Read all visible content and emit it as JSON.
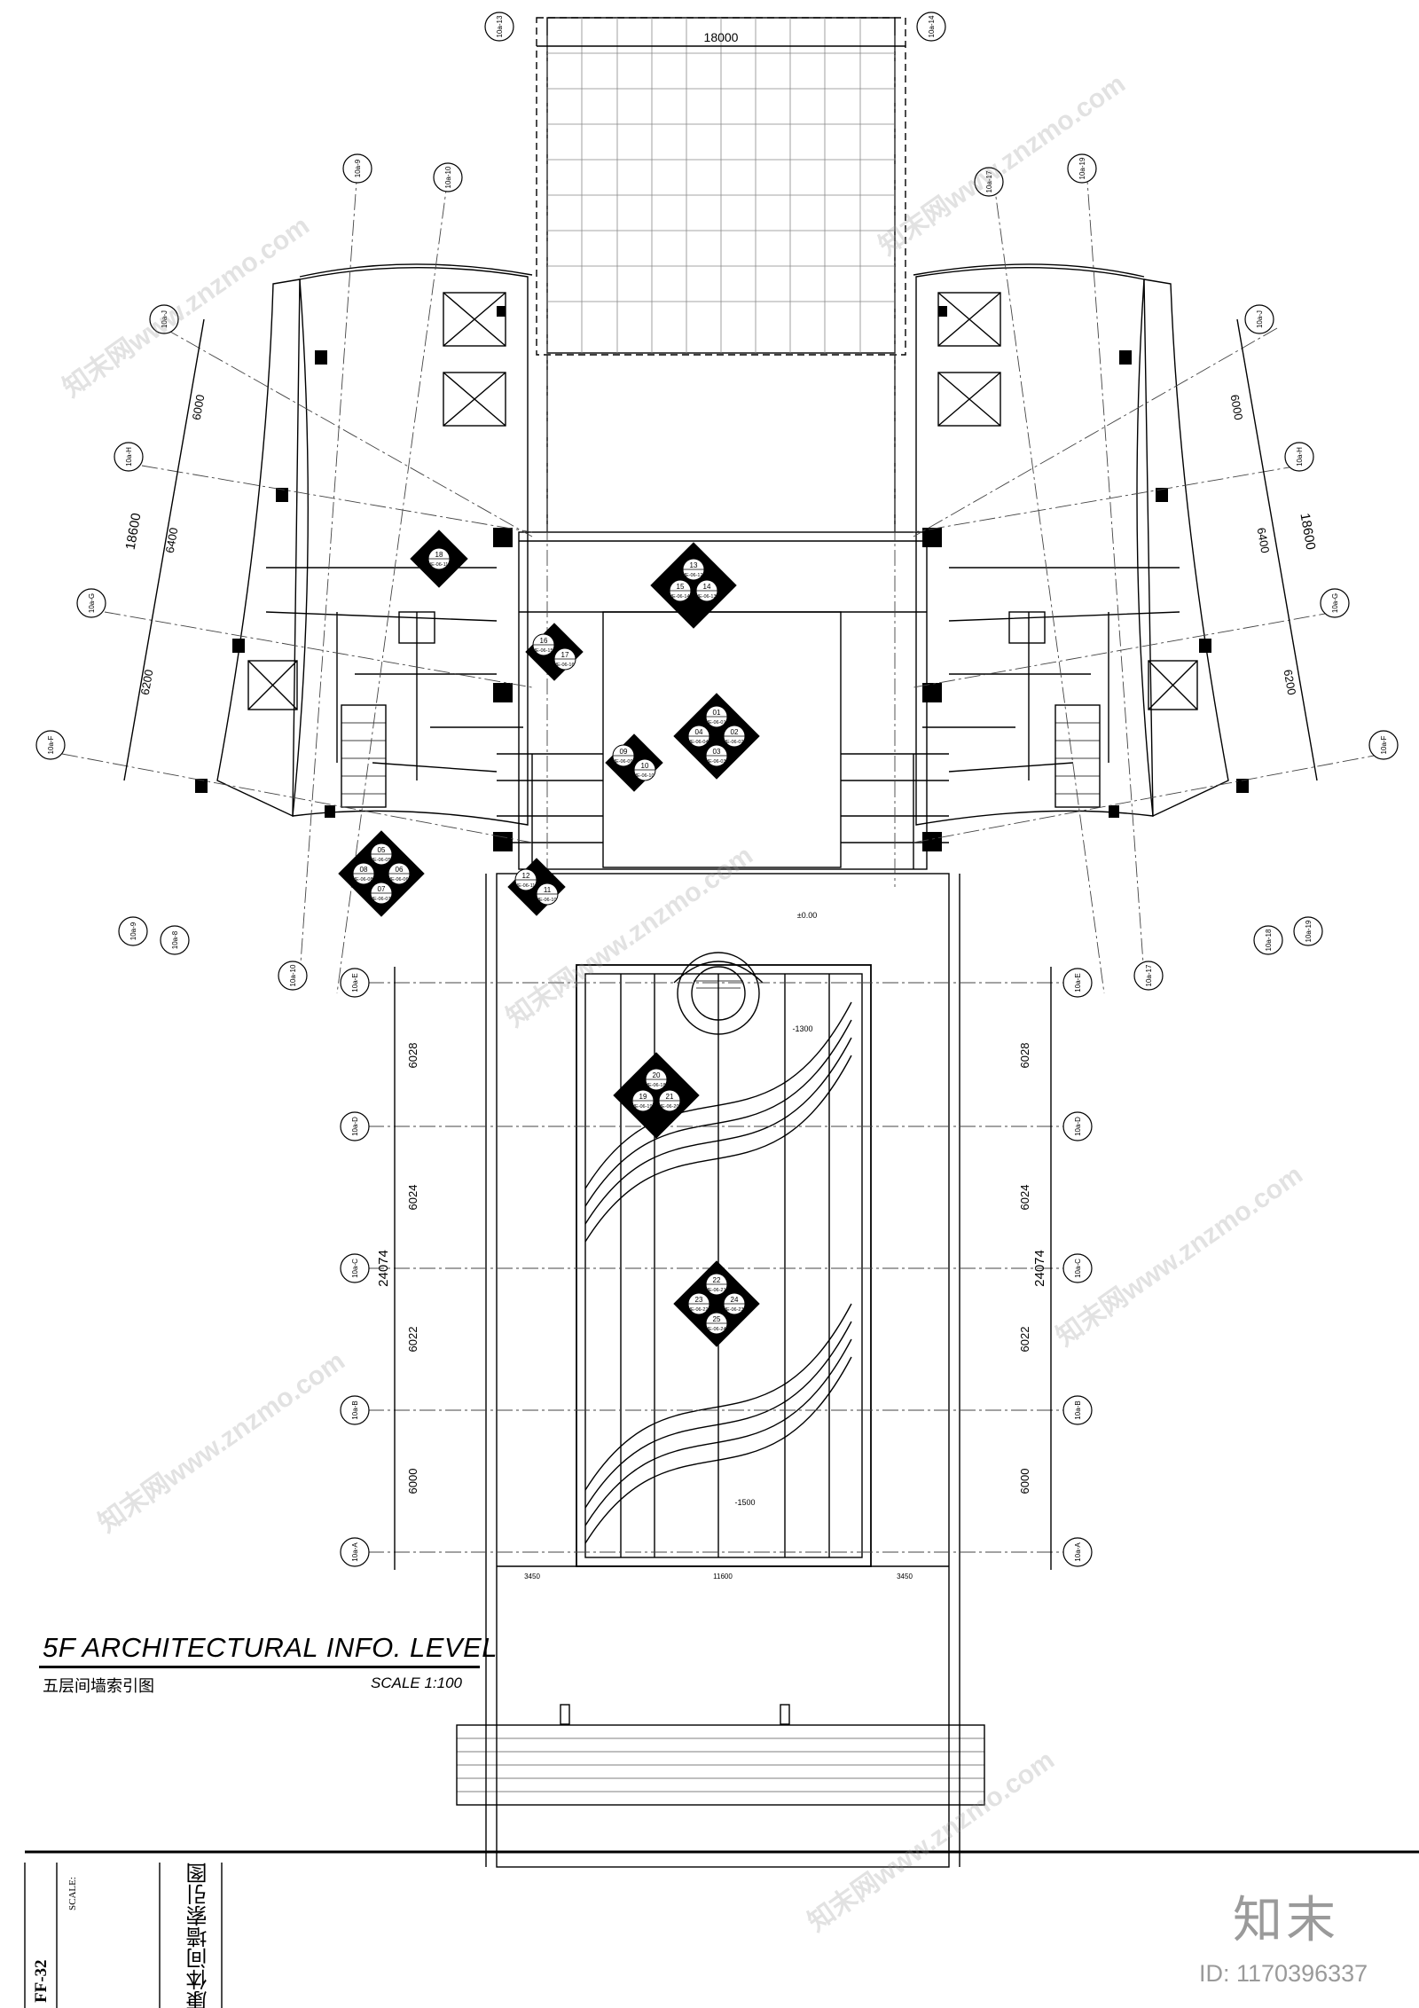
{
  "drawing": {
    "title": "5F ARCHITECTURAL INFO.  LEVEL",
    "subtitle": "五层间墙索引图",
    "scale": "SCALE 1:100",
    "sheet_number": "FF-32",
    "sheet_title": "五层康体间墙索引图",
    "scale_label": "SCALE:"
  },
  "watermark": {
    "logo": "知末",
    "id": "ID: 1170396337",
    "text": "知末网www.znzmo.com"
  },
  "dimensions": {
    "top_width": "18000",
    "left_total": "18600",
    "right_total": "18600",
    "left_upper": "6000",
    "left_mid": "6400",
    "left_lower": "6200",
    "right_upper": "6000",
    "right_mid": "6400",
    "right_lower": "6200",
    "bay_1": "6028",
    "bay_2": "6024",
    "bay_3": "6022",
    "bay_4": "6000",
    "lower_total": "24074",
    "elev_0": "±0.00",
    "elev_1": "-1300",
    "elev_2": "-1500",
    "center_dim": "11600",
    "side_dim": "3450"
  },
  "grid_bubbles": {
    "top": [
      "10a-13",
      "10a-14"
    ],
    "upper_left": [
      "10a-9",
      "10a-10"
    ],
    "upper_right": [
      "10a-17",
      "10a-19"
    ],
    "left_rows": [
      "10a-J",
      "10a-H",
      "10a-G",
      "10a-F"
    ],
    "right_rows": [
      "10a-J",
      "10a-H",
      "10a-G",
      "10a-F"
    ],
    "bottom_left": [
      "10a-9",
      "10a-8",
      "10a-10"
    ],
    "bottom_right": [
      "10a-17",
      "10a-18",
      "10a-19"
    ],
    "lower_left": [
      "10a-E",
      "10a-D",
      "10a-C",
      "10a-B",
      "10a-A"
    ],
    "lower_right": [
      "10a-E",
      "10a-D",
      "10a-C",
      "10a-B",
      "10a-A"
    ]
  },
  "markers": [
    {
      "id": "m-13-16",
      "nums": [
        "13",
        "15",
        "14"
      ],
      "refs": [
        "IE-06-12",
        "IE-06-14",
        "IE-06-13"
      ]
    },
    {
      "id": "m-18",
      "nums": [
        "18"
      ],
      "refs": [
        "IE-06-11"
      ]
    },
    {
      "id": "m-16-17",
      "nums": [
        "16",
        "17"
      ],
      "refs": [
        "IE-06-15",
        "IE-06-16"
      ]
    },
    {
      "id": "m-01-04",
      "nums": [
        "01",
        "04",
        "02",
        "03"
      ],
      "refs": [
        "IE-06-01",
        "IE-06-04",
        "IE-06-02",
        "IE-06-03"
      ]
    },
    {
      "id": "m-09-10",
      "nums": [
        "09",
        "10"
      ],
      "refs": [
        "IE-06-09",
        "IE-06-10"
      ]
    },
    {
      "id": "m-05-08",
      "nums": [
        "05",
        "08",
        "06",
        "07"
      ],
      "refs": [
        "IE-06-05",
        "IE-06-08",
        "IE-06-06",
        "IE-06-07"
      ]
    },
    {
      "id": "m-11-12",
      "nums": [
        "12",
        "11"
      ],
      "refs": [
        "IE-06-11",
        "IE-06-10"
      ]
    },
    {
      "id": "m-19-22",
      "nums": [
        "20",
        "19",
        "21"
      ],
      "refs": [
        "IE-06-18",
        "IE-06-19",
        "IE-06-20"
      ]
    },
    {
      "id": "m-22-25",
      "nums": [
        "22",
        "23",
        "24",
        "25"
      ],
      "refs": [
        "IE-06-21",
        "IE-06-22",
        "IE-06-23",
        "IE-06-24"
      ]
    }
  ]
}
